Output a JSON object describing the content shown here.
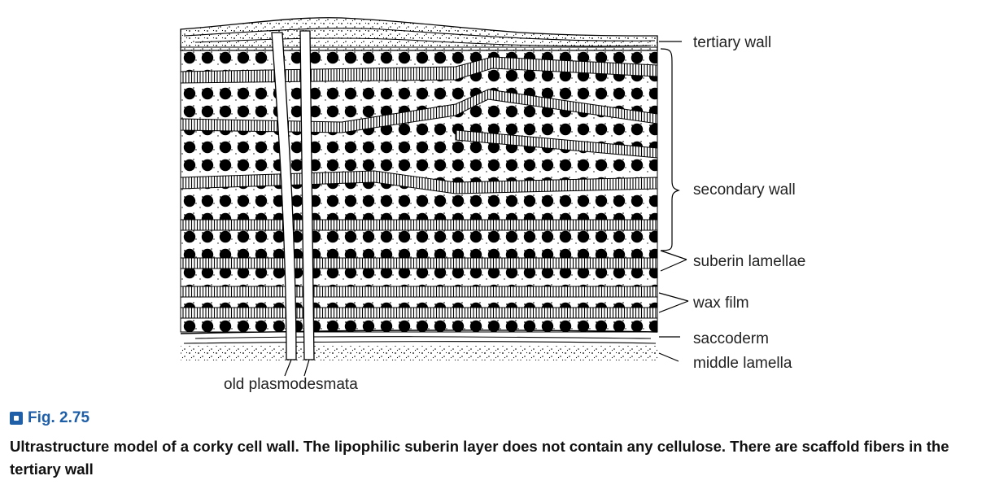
{
  "labels": {
    "tertiary_wall": "tertiary wall",
    "secondary_wall": "secondary wall",
    "suberin_lamellae": "suberin lamellae",
    "wax_film": "wax film",
    "saccoderm": "saccoderm",
    "middle_lamella": "middle lamella",
    "old_plasmodesmata": "old plasmodesmata"
  },
  "caption": {
    "figure_number": "Fig. 2.75",
    "text": "Ultrastructure model of a corky cell wall. The lipophilic suberin layer does not contain any cellulose. There are scaffold fibers in the tertiary wall"
  },
  "colors": {
    "accent": "#1f5fa8",
    "ink": "#111111"
  },
  "icons": {
    "figure_marker": "figure-bullet-icon"
  }
}
